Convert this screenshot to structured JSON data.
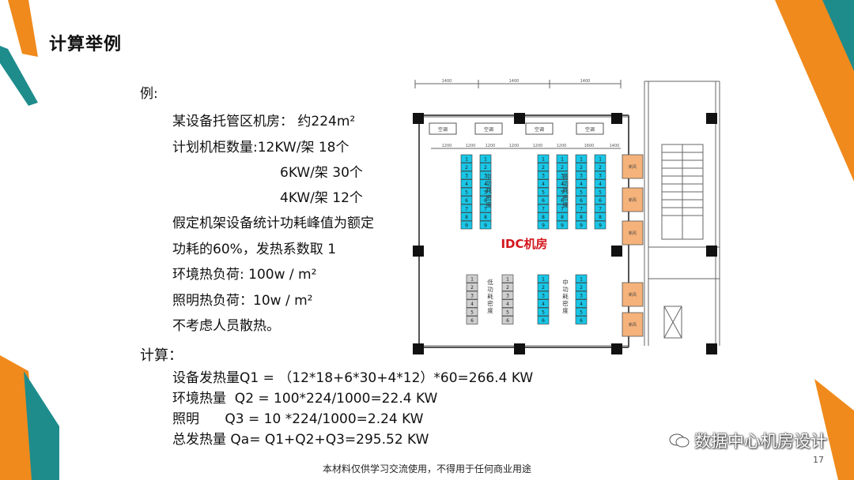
{
  "title": "计算举例",
  "example_label": "例:",
  "lines": [
    "某设备托管区机房： 约224m²",
    "计划机柜数量:12KW/架 18个",
    "6KW/架 30个",
    "4KW/架 12个",
    "假定机架设备统计功耗峰值为额定",
    "功耗的60%，发热系数取 1",
    "环境热负荷: 100w / m²",
    "照明热负荷：10w / m²",
    "不考虑人员散热。"
  ],
  "calc_label": "计算：",
  "calcs": [
    "设备发热量Q1 = （12*18+6*30+4*12）*60=266.4 KW",
    "环境热量  Q2 = 100*224/1000=22.4 KW",
    "照明      Q3 = 10 *224/1000=2.24 KW",
    "总发热量 Qa= Q1+Q2+Q3=295.52 KW"
  ],
  "diagram": {
    "room_label": "IDC机房",
    "ac_label": "空调",
    "fresh_air_label": "新风",
    "zone_mid": "中功耗密度",
    "zone_high": "高功耗密度",
    "zone_low": "低功耗密度",
    "dims_top": [
      "1400",
      "1400",
      "1400"
    ],
    "dims_row": [
      "1200",
      "1200",
      "1200",
      "1200",
      "1200",
      "1200",
      "1600",
      "1400"
    ],
    "rack_numbers": [
      "1",
      "2",
      "3",
      "4",
      "5",
      "6",
      "7",
      "8",
      "9"
    ],
    "colors": {
      "cyan": "#19c6e6",
      "orange": "#f5b27a",
      "gray": "#cfcfcf",
      "red": "#d3141b"
    }
  },
  "watermark": "数据中心机房设计",
  "page_number": "17",
  "footer": "本材料仅供学习交流使用，不得用于任何商业用途"
}
